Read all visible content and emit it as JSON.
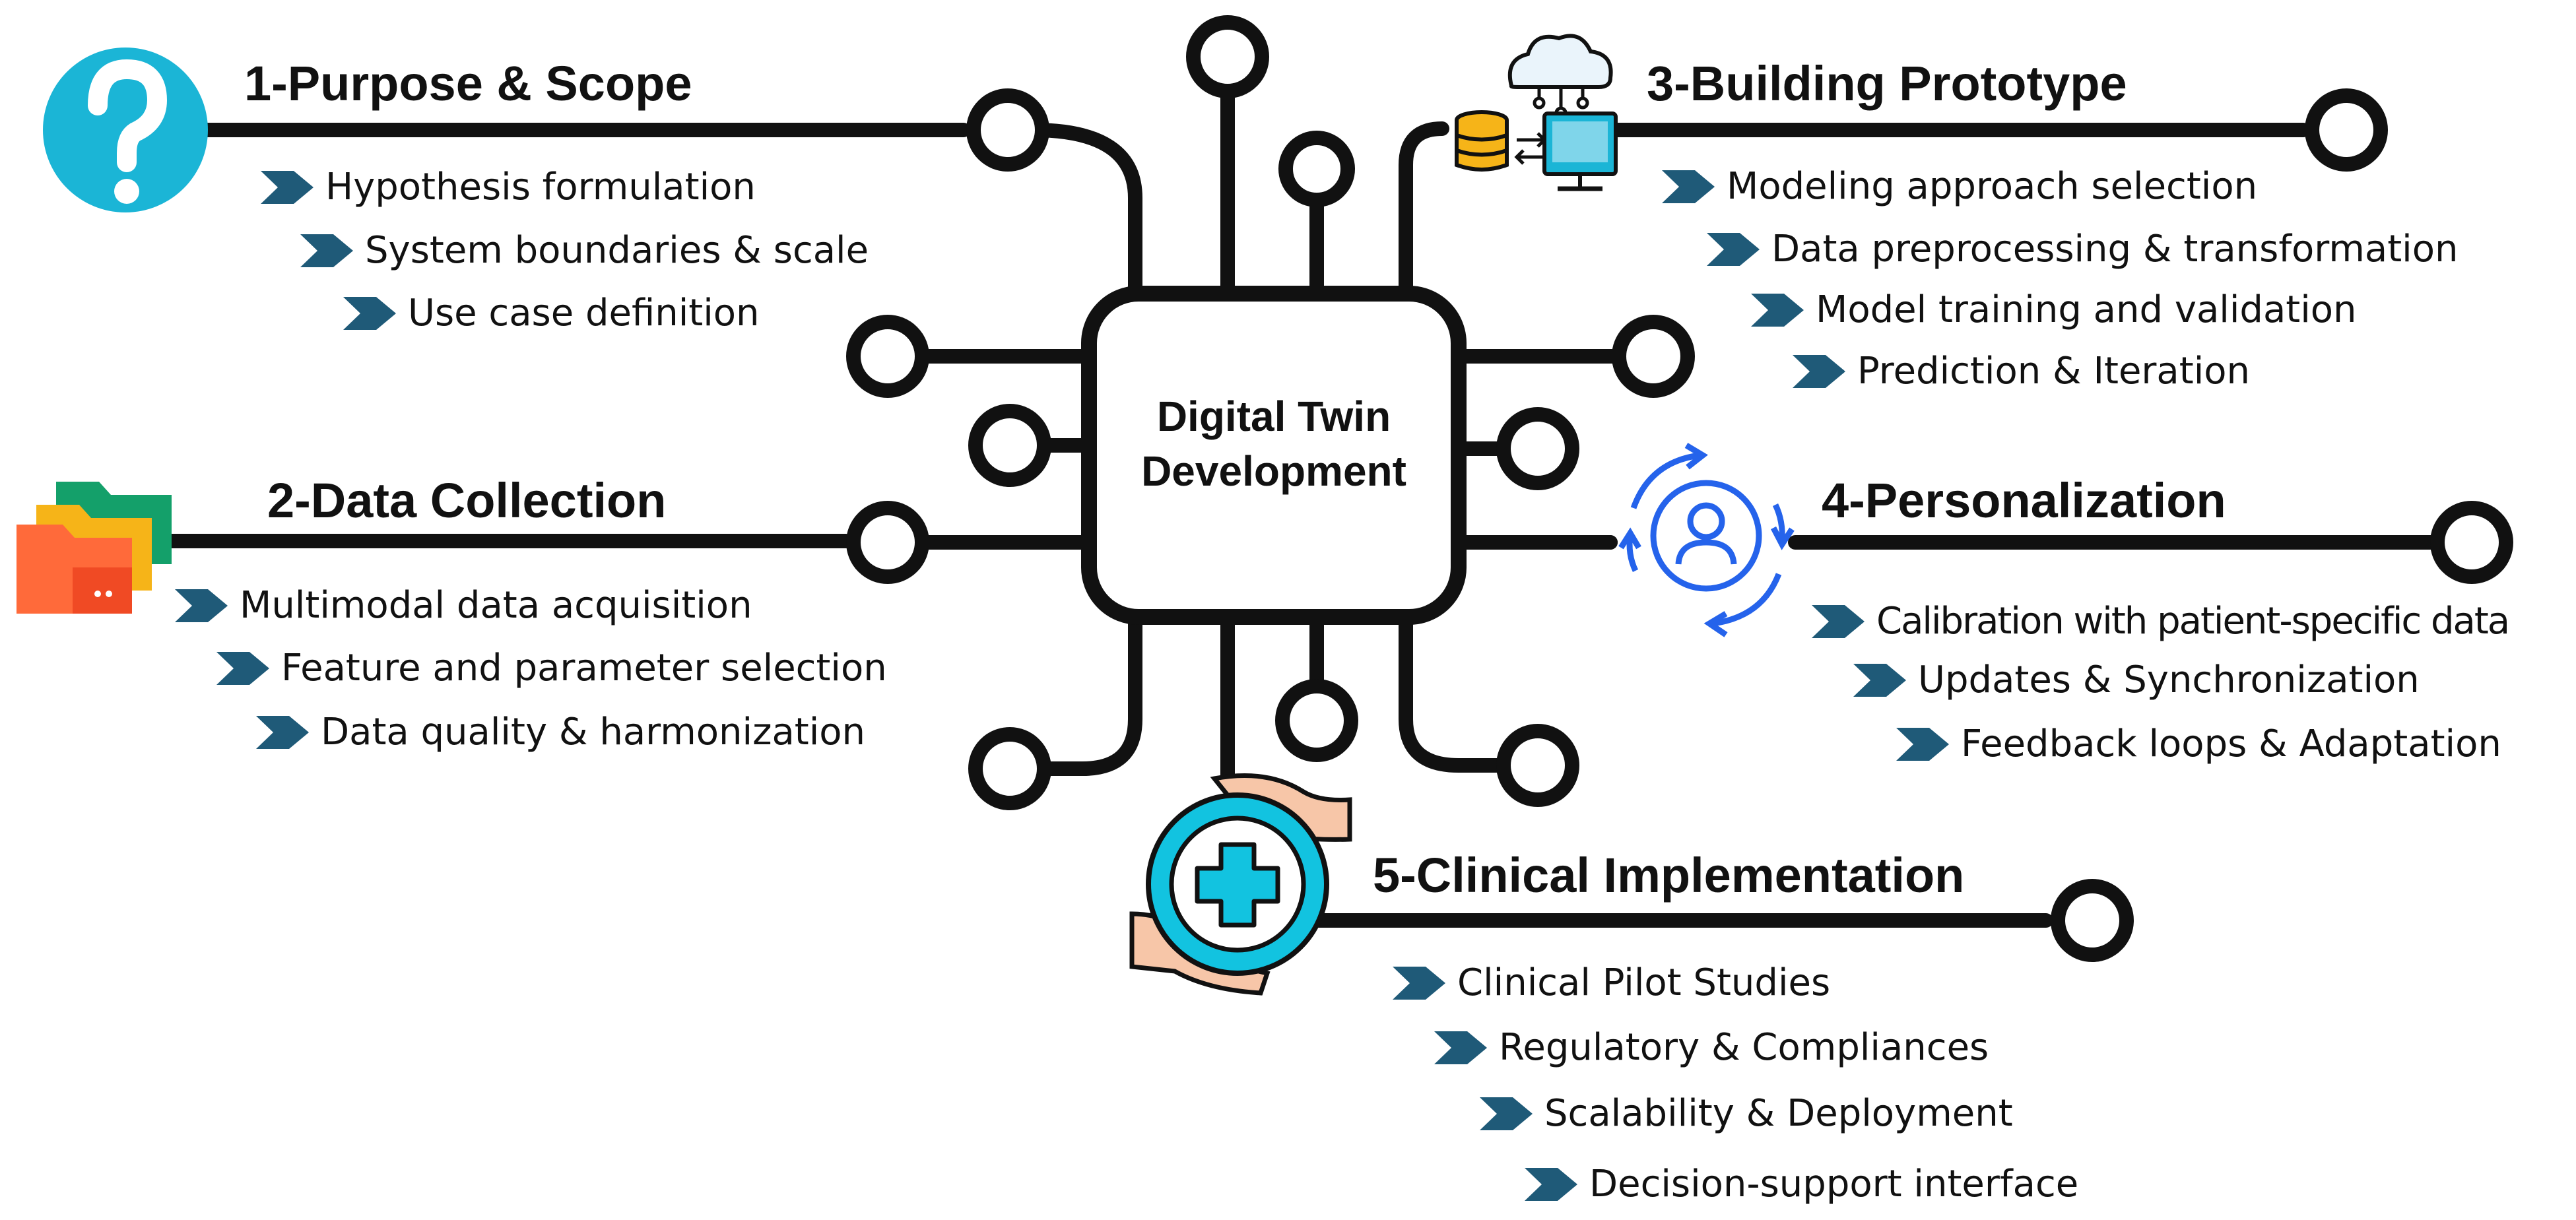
{
  "center": {
    "line1": "Digital Twin",
    "line2": "Development"
  },
  "colors": {
    "lines": "#111111",
    "chevron": "#1f5a78",
    "question": "#1bb5d6",
    "cycle": "#2563eb",
    "clinical": "#12c3e0"
  },
  "icons": {
    "question": "question-mark-icon",
    "folders": "folders-icon",
    "cloud_computer": "cloud-database-computer-icon",
    "personalization": "user-refresh-icon",
    "clinical": "hands-medical-cross-icon",
    "bullet": "chevron-right-icon"
  },
  "sections": [
    {
      "title": "1-Purpose & Scope",
      "items": [
        "Hypothesis formulation",
        "System boundaries & scale",
        "Use case definition"
      ]
    },
    {
      "title": "2-Data Collection",
      "items": [
        "Multimodal data acquisition",
        "Feature and parameter selection",
        "Data quality & harmonization"
      ]
    },
    {
      "title": "3-Building Prototype",
      "items": [
        "Modeling approach selection",
        "Data preprocessing & transformation",
        "Model training and validation",
        "Prediction & Iteration"
      ]
    },
    {
      "title": "4-Personalization",
      "items": [
        "Calibration with patient-specific data",
        "Updates & Synchronization",
        "Feedback loops & Adaptation"
      ]
    },
    {
      "title": "5-Clinical Implementation",
      "items": [
        "Clinical Pilot Studies",
        "Regulatory & Compliances",
        "Scalability & Deployment",
        "Decision-support interface"
      ]
    }
  ]
}
